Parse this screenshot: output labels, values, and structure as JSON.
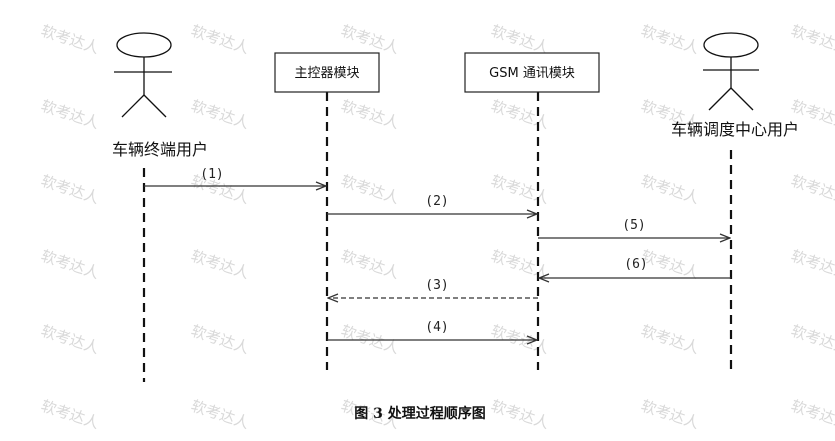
{
  "watermark": "软考达人",
  "actors": [
    {
      "id": "vehicle-user",
      "label": "车辆终端用户"
    },
    {
      "id": "dispatch-user",
      "label": "车辆调度中心用户"
    }
  ],
  "modules": [
    {
      "id": "main-controller",
      "label": "主控器模块"
    },
    {
      "id": "gsm",
      "label": "GSM 通讯模块"
    }
  ],
  "messages": [
    {
      "label": "(1)",
      "from": "vehicle-user",
      "to": "main-controller",
      "style": "solid"
    },
    {
      "label": "(2)",
      "from": "main-controller",
      "to": "gsm",
      "style": "solid"
    },
    {
      "label": "(5)",
      "from": "gsm",
      "to": "dispatch-user",
      "style": "solid"
    },
    {
      "label": "(6)",
      "from": "dispatch-user",
      "to": "gsm",
      "style": "solid"
    },
    {
      "label": "(3)",
      "from": "gsm",
      "to": "main-controller",
      "style": "dashed"
    },
    {
      "label": "(4)",
      "from": "main-controller",
      "to": "gsm",
      "style": "solid"
    }
  ],
  "caption": "图 3  处理过程顺序图"
}
